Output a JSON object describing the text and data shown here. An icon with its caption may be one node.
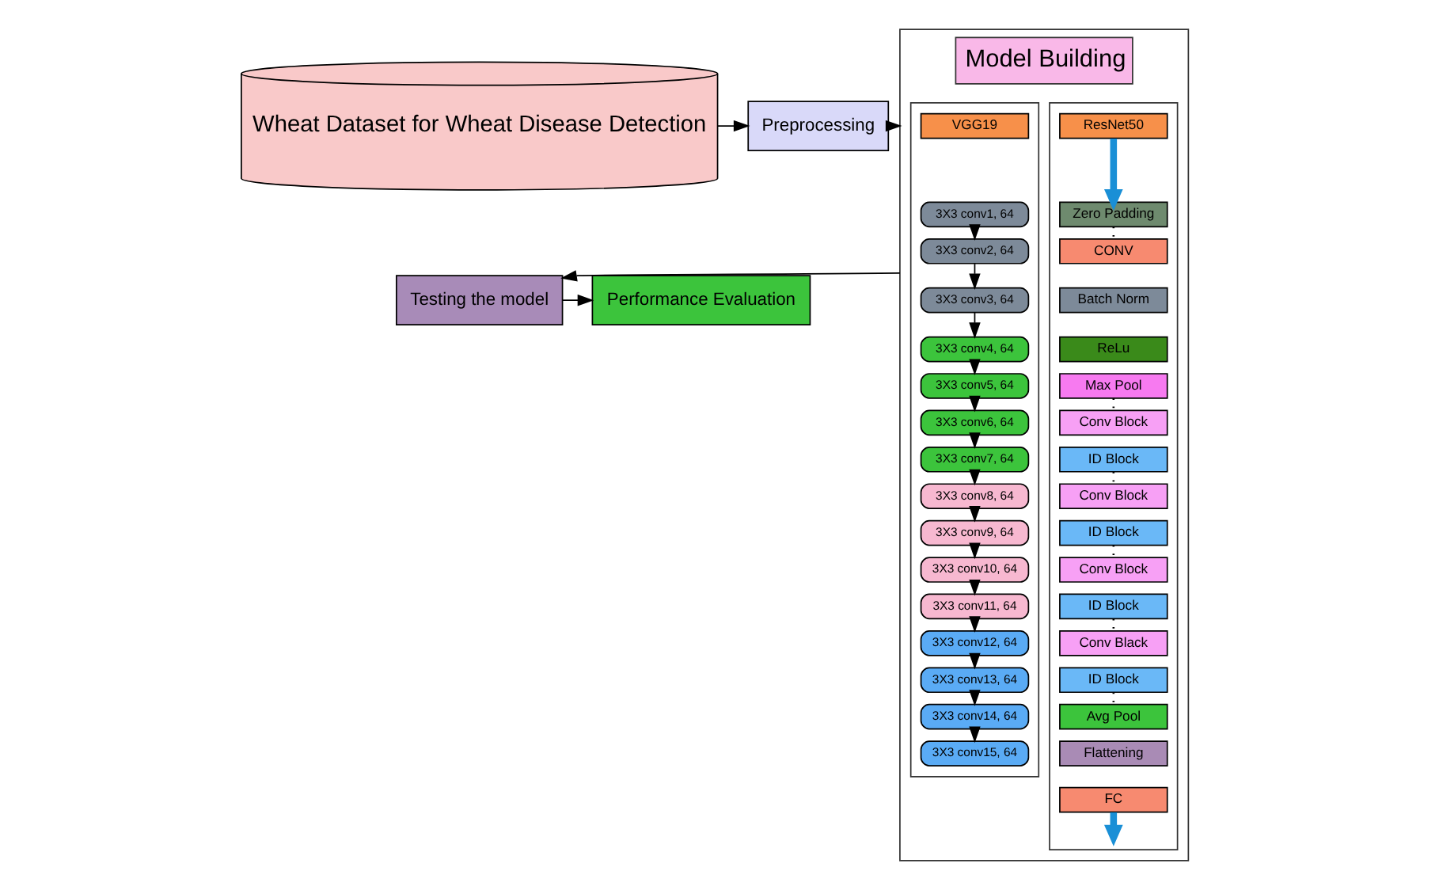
{
  "diagram": {
    "nodes": [
      {
        "text": [
          "Wheat Dataset for Wheat Disease Detection"
        ]
      },
      {
        "text": [
          "Preprocessing"
        ]
      },
      {
        "text": [
          "Model Building"
        ]
      },
      {
        "text": [],
        "shape": "box",
        "in": 2
      },
      {
        "text": [
          "VGG19"
        ],
        "in": 3
      },
      {
        "text": [
          "3X3 conv1, 64"
        ],
        "in": 3
      },
      {
        "text": [
          "3X3 conv2, 64"
        ],
        "in": 3
      },
      {
        "text": [
          "3X3 conv3, 64"
        ],
        "in": 3
      },
      {
        "text": [
          "3X3 conv4, 64"
        ],
        "in": 3
      },
      {
        "text": [
          "3X3 conv5, 64"
        ],
        "in": 3
      },
      {
        "text": [
          "3X3 conv6, 64"
        ],
        "in": 3
      },
      {
        "text": [
          "3X3 conv7, 64"
        ],
        "in": 3
      },
      {
        "text": [
          "3X3 conv8, 64"
        ],
        "in": 3
      },
      {
        "text": [
          "3X3 conv9, 64"
        ],
        "in": 3
      },
      {
        "text": [
          "3X3 conv10, 64"
        ],
        "in": 3
      },
      {
        "text": [
          "3X3 conv11, 64"
        ],
        "in": 3
      },
      {
        "text": [
          "3X3 conv12, 64"
        ],
        "in": 3
      },
      {
        "text": [
          "3X3 conv13, 64"
        ],
        "in": 3
      },
      {
        "text": [
          "3X3 conv14, 64"
        ],
        "in": 3
      },
      {
        "text": [
          "3X3 conv15, 64"
        ],
        "in": 3
      },
      {
        "text": [],
        "shape": "box",
        "in": 2
      },
      {
        "text": [
          "ResNet50"
        ],
        "in": 20
      },
      {
        "text": [
          "Zero Padding"
        ],
        "in": 20
      },
      {
        "text": [
          "CONV"
        ],
        "in": 20
      },
      {
        "text": [
          "Batch Norm"
        ],
        "in": 20
      },
      {
        "text": [
          "ReLu"
        ],
        "in": 20
      },
      {
        "text": [
          "Max Pool"
        ],
        "in": 20
      },
      {
        "text": [
          "Conv Block"
        ],
        "in": 20
      },
      {
        "text": [
          "ID Block"
        ],
        "in": 20
      },
      {
        "text": [
          "Conv Block"
        ],
        "in": 20
      },
      {
        "text": [
          "ID Block"
        ],
        "in": 20
      },
      {
        "text": [
          "Conv Block"
        ],
        "in": 20
      },
      {
        "text": [
          "ID Block"
        ],
        "in": 20
      },
      {
        "text": [
          "Conv Black"
        ],
        "in": 20
      },
      {
        "text": [
          "ID Block"
        ],
        "in": 20
      },
      {
        "text": [
          "Avg Pool"
        ],
        "in": 20
      },
      {
        "text": [
          "Flattening"
        ],
        "in": 20
      },
      {
        "text": [
          "FC"
        ],
        "in": 20
      },
      {
        "text": [
          "Testing the model"
        ]
      },
      {
        "text": [
          "Performance Evaluation"
        ]
      }
    ],
    "edges": [
      {
        "from": 0,
        "to": 1,
        "arrow": "to"
      },
      {
        "from": 1,
        "to": 2,
        "arrow": "to"
      },
      {
        "from": 2,
        "to": 38,
        "arrow": "to"
      },
      {
        "from": 38,
        "to": 39,
        "arrow": "to"
      },
      {
        "from": 5,
        "to": 6,
        "arrow": "to"
      },
      {
        "from": 6,
        "to": 7,
        "arrow": "to"
      },
      {
        "from": 7,
        "to": 8,
        "arrow": "to"
      },
      {
        "from": 8,
        "to": 9,
        "arrow": "to"
      },
      {
        "from": 9,
        "to": 10,
        "arrow": "to"
      },
      {
        "from": 10,
        "to": 11,
        "arrow": "to"
      },
      {
        "from": 11,
        "to": 12,
        "arrow": "to"
      },
      {
        "from": 12,
        "to": 13,
        "arrow": "to"
      },
      {
        "from": 13,
        "to": 14,
        "arrow": "to"
      },
      {
        "from": 14,
        "to": 15,
        "arrow": "to"
      },
      {
        "from": 15,
        "to": 16,
        "arrow": "to"
      },
      {
        "from": 16,
        "to": 17,
        "arrow": "to"
      },
      {
        "from": 17,
        "to": 18,
        "arrow": "to"
      },
      {
        "from": 18,
        "to": 19,
        "arrow": "to"
      },
      {
        "from": 21,
        "to": 22,
        "arrow": "to",
        "style": "thick",
        "color": "#1a8fd6"
      },
      {
        "from": 22,
        "to": 23,
        "arrow": "none",
        "style": "dashed"
      },
      {
        "from": 26,
        "to": 27,
        "arrow": "none",
        "style": "dashed"
      },
      {
        "from": 28,
        "to": 29,
        "arrow": "none",
        "style": "dashed"
      },
      {
        "from": 30,
        "to": 31,
        "arrow": "none",
        "style": "dashed"
      },
      {
        "from": 32,
        "to": 33,
        "arrow": "none",
        "style": "dashed"
      },
      {
        "from": 34,
        "to": 35,
        "arrow": "none",
        "style": "dashed"
      },
      {
        "from": 37,
        "to": null,
        "arrow": "to",
        "style": "thick",
        "color": "#1a8fd6"
      }
    ]
  }
}
